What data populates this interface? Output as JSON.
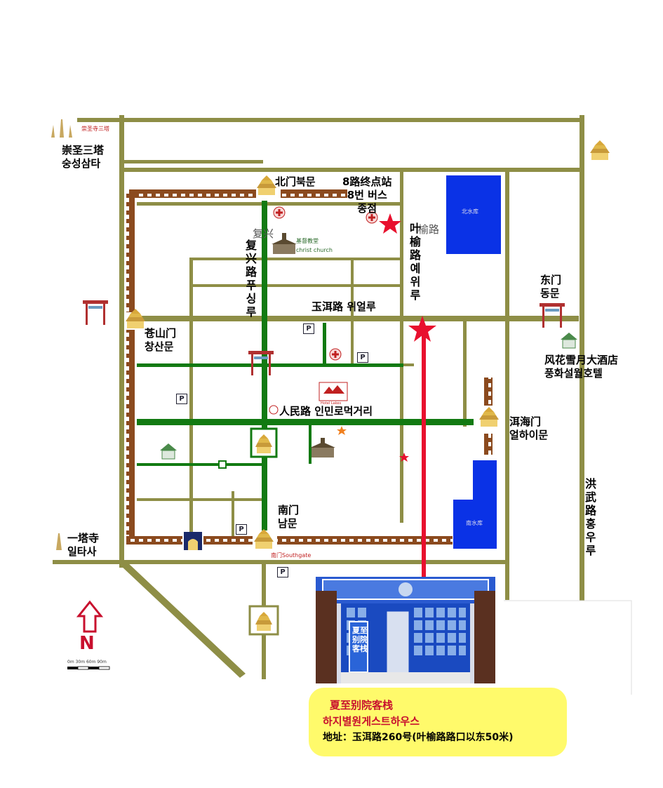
{
  "labels": {
    "three_pagodas": "崇圣三塔\n숭성삼타",
    "north_gate": "北门북문",
    "bus_terminal": "8路终点站\n8번 버스\n종점",
    "fuxing_road_gray": "复兴",
    "fuxing_road_vertical": "复兴路 푸싱루",
    "yeyu_road_gray": "榆路",
    "yeyu_road_vertical": "叶榆路 예위루",
    "east_gate": "东门\n동문",
    "yuer_road": "玉洱路 위얼루",
    "cangshan_gate": "苍山门\n창산문",
    "fenghua_hotel": "风花雪月大酒店\n풍화설월호텔",
    "renmin_road": "人民路 인민로먹거리",
    "erhai_gate": "洱海门\n얼하이문",
    "hongwu_road": "洪武路 홍우루",
    "south_gate": "南门\n남문",
    "yita_temple": "一塔寺\n일타사",
    "north_arrow": "N",
    "p_sign": "P"
  },
  "small_labels": {
    "three_pagodas_sign": "崇圣寺三塔",
    "christ_church_cn": "基督教堂",
    "christ_church_en": "christ church",
    "south_gate_en": "南门Southgate",
    "north_lake": "北水库",
    "south_lake": "南水库",
    "hotel_logo": "Hotel Lakes",
    "scale": "0m  30m  60m  90m"
  },
  "guesthouse": {
    "sign": "夏至别院客栈",
    "name_cn": "夏至别院客栈",
    "name_kr": "하지별원게스트하우스",
    "address": "地址：玉洱路260号(叶榆路路口以东50米)"
  },
  "colors": {
    "road": "#8e8e46",
    "main_road": "#127a12",
    "wall": "#8b4a1e",
    "lake": "#0a32e6",
    "route": "#e8102e",
    "star": "#e8102e",
    "infobox": "#fffa6b"
  },
  "icons": [
    "pagoda-icon",
    "hospital-cross-icon",
    "star-marker-icon",
    "parking-icon",
    "gate-arch-icon",
    "house-icon",
    "church-icon",
    "north-arrow-icon"
  ]
}
